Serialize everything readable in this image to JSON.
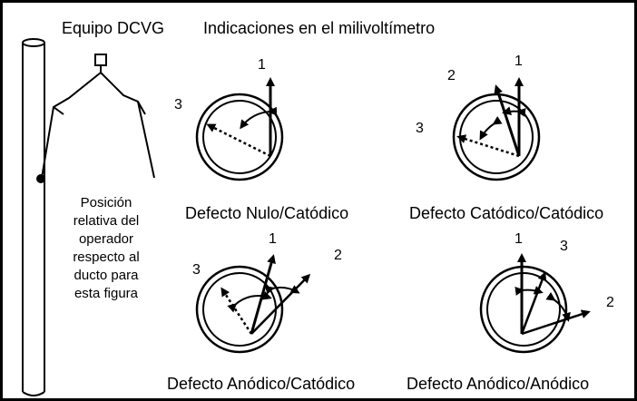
{
  "header": {
    "equipment": "Equipo DCVG",
    "readings": "Indicaciones en el milivoltímetro"
  },
  "operator_caption": "Posición\nrelativa del\noperador\nrespecto al\nducto para\nesta figura",
  "dials": [
    {
      "caption": "Defecto Nulo/Catódico",
      "labels": [
        "1",
        "3"
      ]
    },
    {
      "caption": "Defecto Catódico/Catódico",
      "labels": [
        "1",
        "2",
        "3"
      ]
    },
    {
      "caption": "Defecto Anódico/Catódico",
      "labels": [
        "1",
        "2",
        "3"
      ]
    },
    {
      "caption": "Defecto Anódico/Anódico",
      "labels": [
        "1",
        "2",
        "3"
      ]
    }
  ],
  "colors": {
    "line": "#000000",
    "background": "#ffffff"
  }
}
